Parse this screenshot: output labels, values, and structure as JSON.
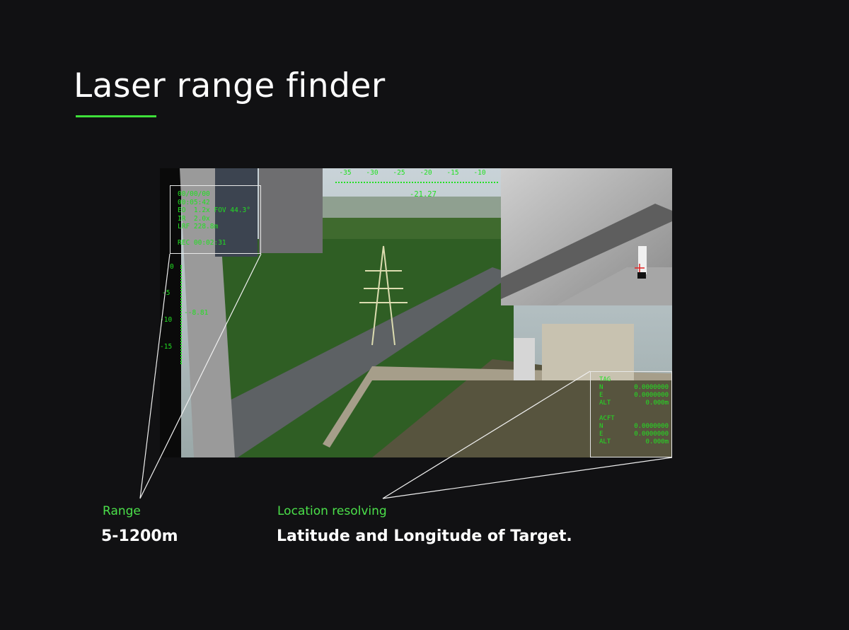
{
  "title": "Laser range finder",
  "accent_color": "#3ee03a",
  "osd": {
    "date": "00/00/00",
    "time": "00:05:42",
    "eo": "EO  1.2x FOV 44.3°",
    "ir": "IR  2.0x",
    "lrf": "LRF 228.8m",
    "rec": "REC 00:02:31",
    "heading_ticks": [
      "-35",
      "-30",
      "-25",
      "-20",
      "-15",
      "-10"
    ],
    "heading_value": "-21.27",
    "pitch_ticks": [
      "0",
      "-5",
      "-10",
      "-15"
    ],
    "pitch_value": "--8.81",
    "target": {
      "label": "TAG",
      "n_label": "N",
      "n_value": "0.0000000",
      "e_label": "E",
      "e_value": "0.0000000",
      "alt_label": "ALT",
      "alt_value": "0.000m"
    },
    "aircraft": {
      "label": "ACFT",
      "n_label": "N",
      "n_value": "0.0000000",
      "e_label": "E",
      "e_value": "0.0000000",
      "alt_label": "ALT",
      "alt_value": "0.000m"
    }
  },
  "features": [
    {
      "label": "Range",
      "value": "5-1200m"
    },
    {
      "label": "Location resolving",
      "value": "Latitude and Longitude of Target."
    }
  ]
}
